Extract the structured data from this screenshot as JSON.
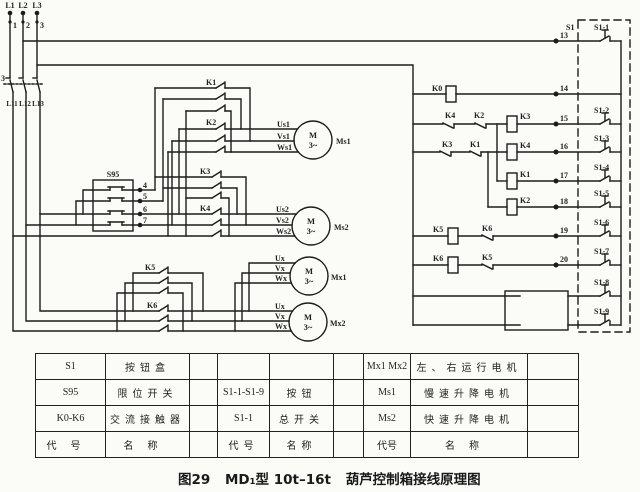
{
  "figure": {
    "number": "图29",
    "model": "MD₁型 10t–16t",
    "title": "葫芦控制箱接线原理图"
  },
  "supply": {
    "phases": [
      "L1",
      "L2",
      "L3"
    ],
    "terminals": [
      "1",
      "2",
      "3"
    ],
    "main_switch_label": "3",
    "outputs": [
      "L11",
      "L12",
      "L13"
    ]
  },
  "power": {
    "contactors": [
      "K1",
      "K2",
      "K3",
      "K4",
      "K5",
      "K6"
    ],
    "limit_switch": {
      "label": "S95",
      "terminals": [
        "4",
        "5",
        "6",
        "7"
      ]
    },
    "motors": [
      {
        "id": "Ms1",
        "symbol": "M",
        "phase": "3~",
        "leads": [
          "Us1",
          "Vs1",
          "Ws1"
        ]
      },
      {
        "id": "Ms2",
        "symbol": "M",
        "phase": "3~",
        "leads": [
          "Us2",
          "Vs2",
          "Ws2"
        ]
      },
      {
        "id": "Mx1",
        "symbol": "M",
        "phase": "3~",
        "leads": [
          "Ux",
          "Vx",
          "Wx"
        ]
      },
      {
        "id": "Mx2",
        "symbol": "M",
        "phase": "3~",
        "leads": [
          "Ux",
          "Vx",
          "Wx"
        ]
      }
    ]
  },
  "control": {
    "rows": [
      {
        "node": "13"
      },
      {
        "node": "14",
        "coil": "K0"
      },
      {
        "node": "15",
        "interlocks": [
          "K4",
          "K2"
        ],
        "coil": "K3"
      },
      {
        "node": "16",
        "interlocks": [
          "K3",
          "K1"
        ],
        "coil": "K4"
      },
      {
        "node": "17",
        "coil": "K1"
      },
      {
        "node": "18",
        "coil": "K2"
      },
      {
        "node": "19",
        "coil": "K5",
        "interlocks": [
          "K6"
        ]
      },
      {
        "node": "20",
        "coil": "K6",
        "interlocks": [
          "K5"
        ]
      }
    ]
  },
  "button_box": {
    "label": "S1",
    "buttons": [
      "S1-1",
      "S1-2",
      "S1-3",
      "S1-4",
      "S1-5",
      "S1-6",
      "S1-7",
      "S1-8",
      "S1-9"
    ]
  },
  "legend_table": {
    "rows": [
      [
        "S1",
        "按钮盒",
        "",
        "",
        "",
        "",
        "Mx1  Mx2",
        "左、右运行电机",
        ""
      ],
      [
        "S95",
        "限位开关",
        "",
        "S1-1-S1-9",
        "按钮",
        "",
        "Ms1",
        "慢速升降电机",
        ""
      ],
      [
        "K0-K6",
        "交流接触器",
        "",
        "S1-1",
        "总开关",
        "",
        "Ms2",
        "快速升降电机",
        ""
      ],
      [
        "代号",
        "名称",
        "",
        "代号",
        "名称",
        "",
        "代号",
        "名称",
        ""
      ]
    ]
  }
}
